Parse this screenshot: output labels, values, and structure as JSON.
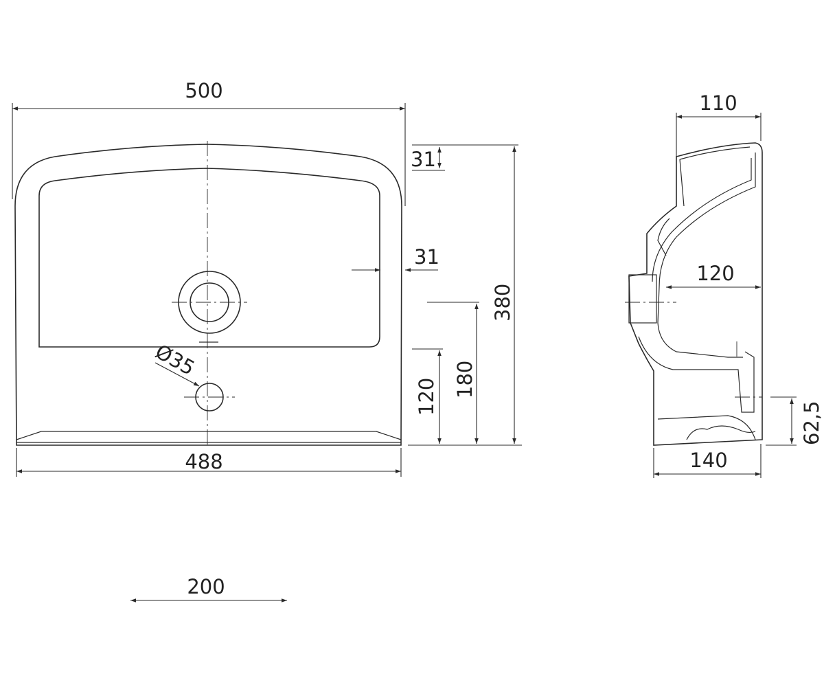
{
  "front_view": {
    "width_top": "500",
    "width_bottom": "488",
    "rim_top": "31",
    "rim_side": "31",
    "drain_diameter": "Ø35",
    "overflow_height": "120",
    "drain_height": "180",
    "total_height": "380"
  },
  "side_view": {
    "top_depth": "110",
    "drain_depth": "120",
    "base_depth": "140",
    "outlet_height": "62,5"
  },
  "scale_bar": {
    "length": "200"
  }
}
